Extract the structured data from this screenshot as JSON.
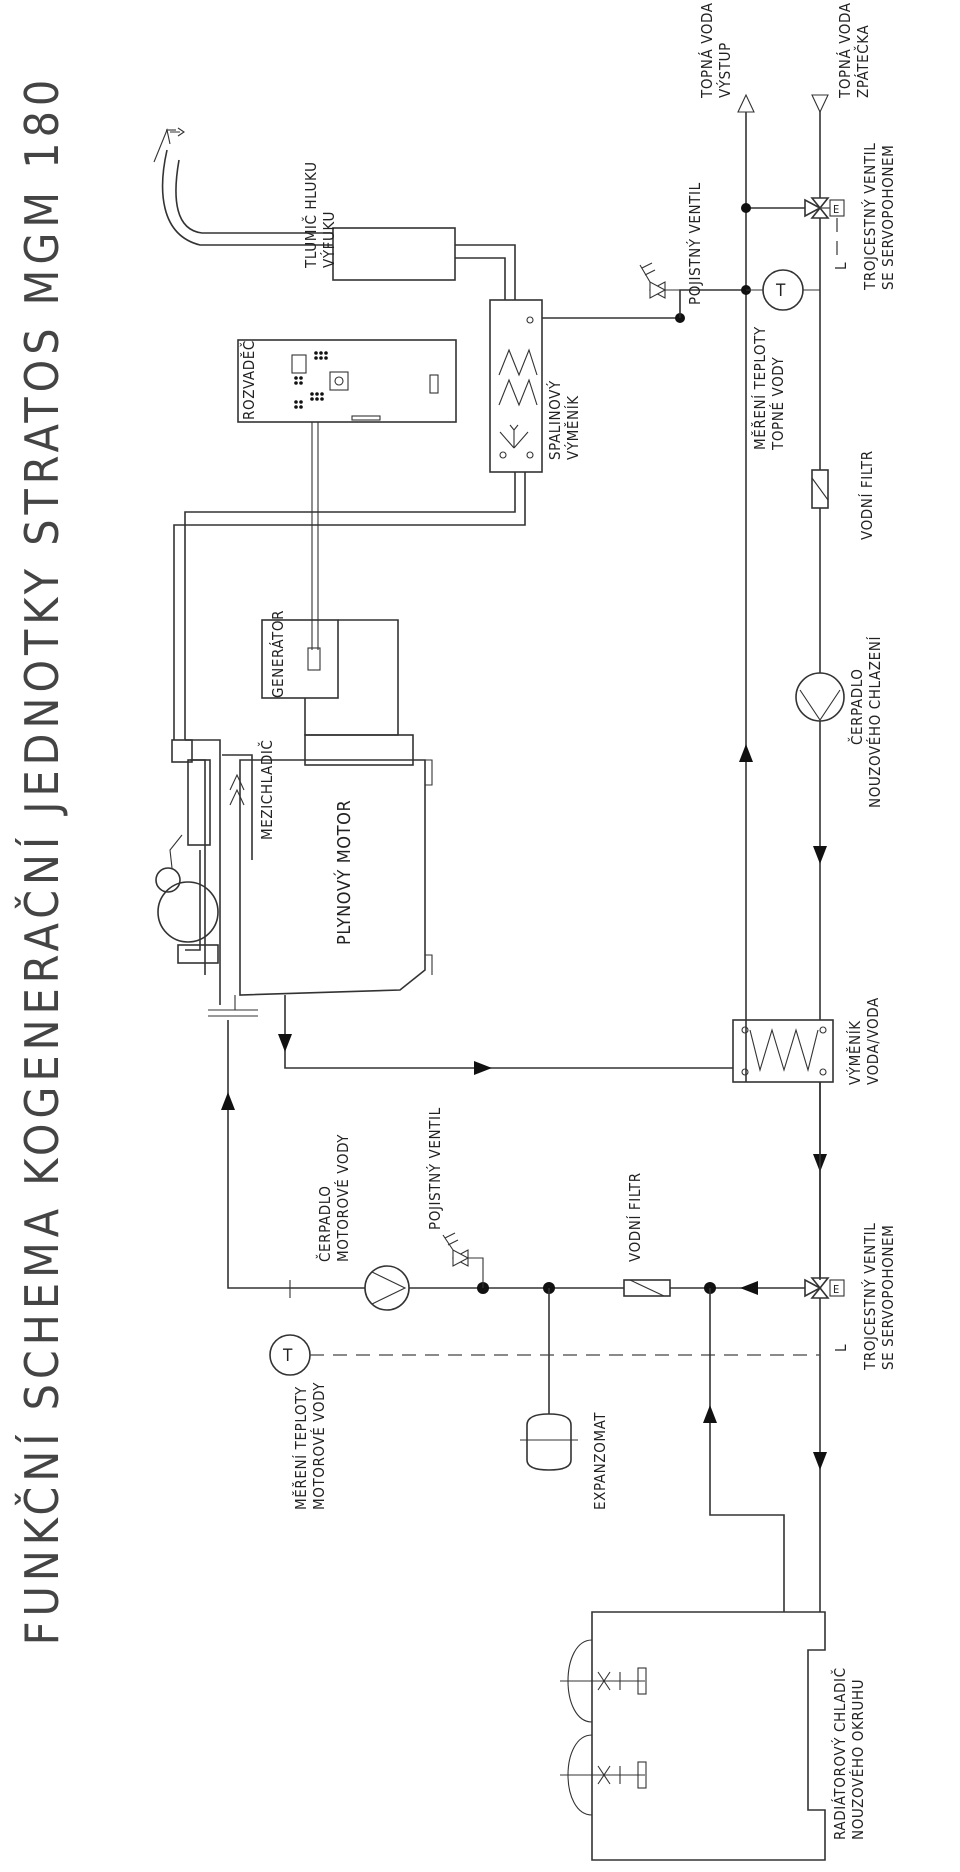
{
  "title": "FUNKČNÍ SCHEMA KOGENERAČNÍ JEDNOTKY STRATOS MGM 180",
  "labels": {
    "topna_voda_vystup_1": "TOPNÁ VODA",
    "topna_voda_vystup_2": "VÝSTUP",
    "topna_voda_zpatecka_1": "TOPNÁ VODA",
    "topna_voda_zpatecka_2": "ZPÁTEČKA",
    "tlumic_1": "TLUMIČ HLUKU",
    "tlumic_2": "VÝFUKU",
    "pojistny_ventil_top": "POJISTNÝ VENTIL",
    "trojcestny_top_1": "TROJCESTNÝ VENTIL",
    "trojcestny_top_2": "SE SERVOPOHONEM",
    "rozvadec": "ROZVADĚČ",
    "spalinovy_1": "SPALINOVÝ",
    "spalinovy_2": "VÝMĚNÍK",
    "mereni_topne_1": "MĚŘENÍ TEPLOTY",
    "mereni_topne_2": "TOPNÉ VODY",
    "vodni_filtr_top": "VODNÍ FILTR",
    "generator": "GENERÁTOR",
    "cerpadlo_nouz_1": "ČERPADLO",
    "cerpadlo_nouz_2": "NOUZOVÉHO CHLAZENÍ",
    "mezichladic": "MEZICHLADIČ",
    "plynovy_motor": "PLYNOVÝ MOTOR",
    "vymenik_vv_1": "VÝMĚNÍK",
    "vymenik_vv_2": "VODA/VODA",
    "cerpadlo_mot_1": "ČERPADLO",
    "cerpadlo_mot_2": "MOTOROVÉ VODY",
    "pojistny_ventil_bottom": "POJISTNÝ VENTIL",
    "vodni_filtr_bottom": "VODNÍ FILTR",
    "trojcestny_bottom_1": "TROJCESTNÝ VENTIL",
    "trojcestny_bottom_2": "SE SERVOPOHONEM",
    "mereni_motorove_1": "MĚŘENÍ TEPLOTY",
    "mereni_motorove_2": "MOTOROVÉ VODY",
    "expanzomat": "EXPANZOMAT",
    "radiator_1": "RADIÁTOROVÝ CHLADIČ",
    "radiator_2": "NOUZOVÉHO OKRUHU",
    "sym_t": "T",
    "sym_e": "E",
    "sym_l": "L"
  }
}
